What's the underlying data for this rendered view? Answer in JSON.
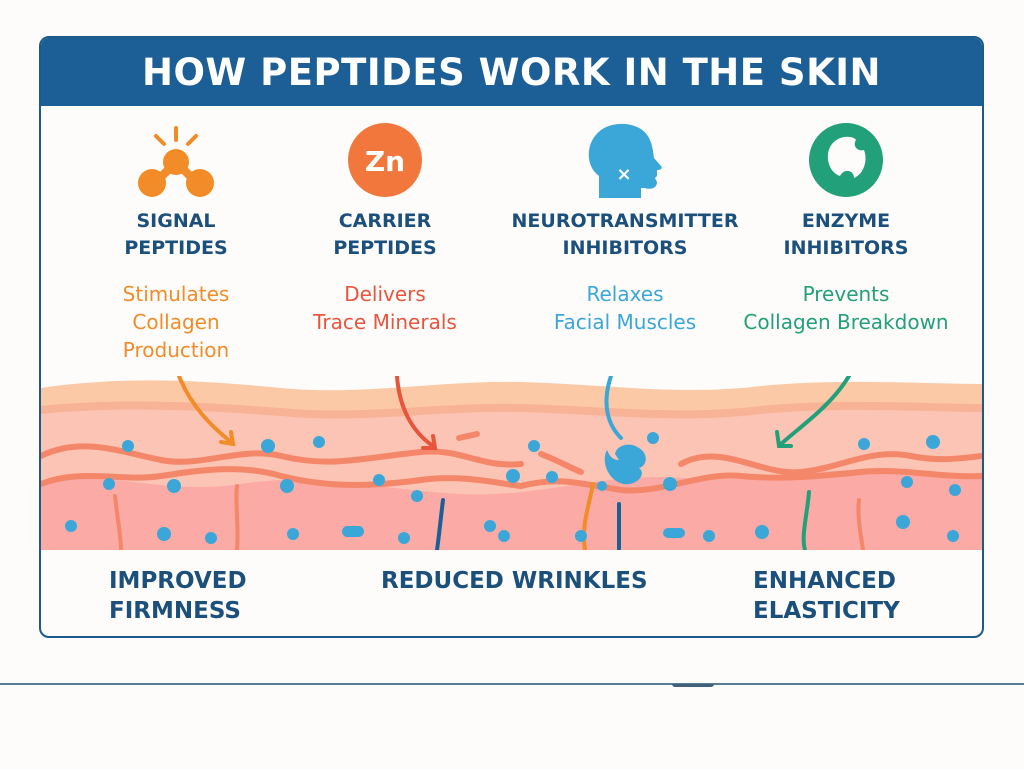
{
  "header": {
    "title": "HOW PEPTIDES WORK IN THE SKIN"
  },
  "columns": [
    {
      "icon": "molecule-signal-icon",
      "title_line1": "SIGNAL",
      "title_line2": "PEPTIDES",
      "desc_lines": [
        "Stimulates",
        "Collagen",
        "Production"
      ],
      "color": "#f28c28"
    },
    {
      "icon": "zinc-mineral-icon",
      "icon_text": "Zn",
      "title_line1": "CARRIER",
      "title_line2": "PEPTIDES",
      "desc_lines": [
        "Delivers",
        "Trace Minerals"
      ],
      "color": "#e8553d"
    },
    {
      "icon": "head-profile-icon",
      "icon_text": "×",
      "title_line1": "NEUROTRANSMITTER",
      "title_line2": "INHIBITORS",
      "desc_lines": [
        "Relaxes",
        "Facial Muscles"
      ],
      "color": "#3aa7d8"
    },
    {
      "icon": "enzyme-ring-icon",
      "title_line1": "ENZYME",
      "title_line2": "INHIBITORS",
      "desc_lines": [
        "Prevents",
        "Collagen Breakdown"
      ],
      "color": "#22a07a"
    }
  ],
  "results": [
    {
      "line1": "IMPROVED",
      "line2": "FIRMNESS"
    },
    {
      "line1": "REDUCED WRINKLES",
      "line2": ""
    },
    {
      "line1": "ENHANCED",
      "line2": "ELASTICITY"
    }
  ],
  "colors": {
    "header_bg": "#1b5f96",
    "title_text": "#1b4f7c",
    "skin_top": "#fcc9a6",
    "skin_mid": "#fcc4b4",
    "skin_bottom": "#fbaaa6",
    "collagen_fiber": "#f4876a",
    "cell_dot": "#3aa7d8"
  }
}
